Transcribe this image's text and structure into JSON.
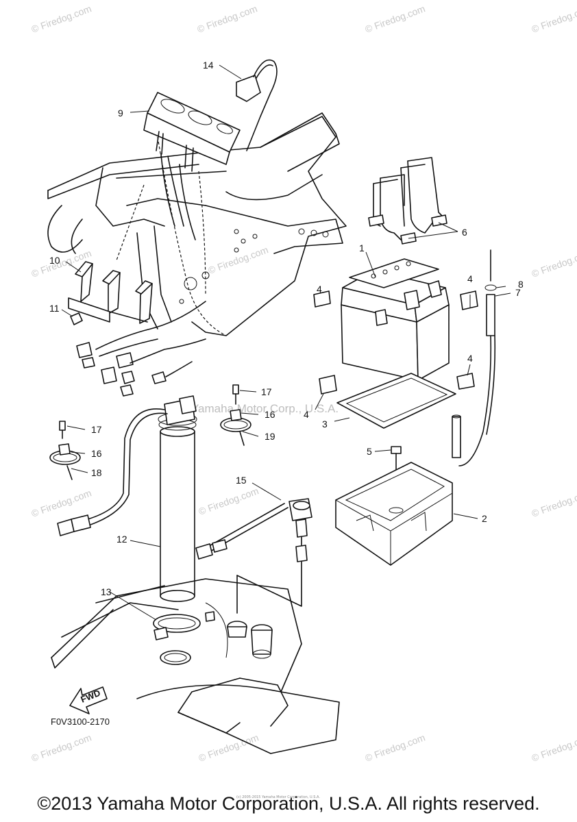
{
  "callouts": {
    "c1": "1",
    "c2": "2",
    "c3": "3",
    "c4a": "4",
    "c4b": "4",
    "c4c": "4",
    "c4d": "4",
    "c5": "5",
    "c6": "6",
    "c7": "7",
    "c8": "8",
    "c9": "9",
    "c10": "10",
    "c11": "11",
    "c12": "12",
    "c13": "13",
    "c14": "14",
    "c15": "15",
    "c16a": "16",
    "c16b": "16",
    "c17a": "17",
    "c17b": "17",
    "c18": "18",
    "c19": "19"
  },
  "diagram_code": "F0V3100-2170",
  "fwd_label": "FWD",
  "watermark": "© Firedog.com",
  "center_watermark": "© Yamaha Motor Corp., U.S.A.",
  "tiny_note": "(c) 2005-2015 Yamaha Motor Corporation, U.S.A.",
  "copyright": "©2013 Yamaha Motor Corporation, U.S.A. All rights reserved."
}
